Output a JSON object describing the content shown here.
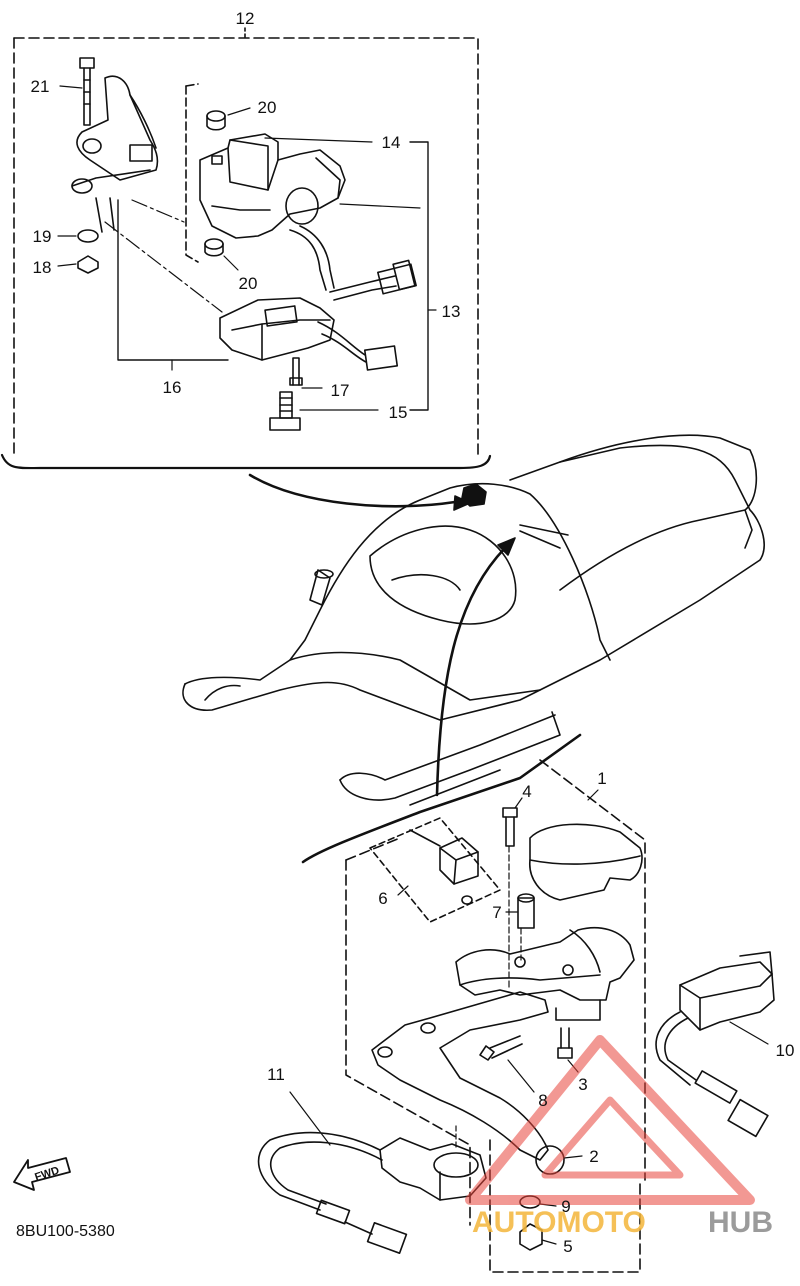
{
  "part_labels": {
    "p1": "1",
    "p2": "2",
    "p3": "3",
    "p4": "4",
    "p5": "5",
    "p6": "6",
    "p7": "7",
    "p8": "8",
    "p9": "9",
    "p10": "10",
    "p11": "11",
    "p12": "12",
    "p13": "13",
    "p14": "14",
    "p15": "15",
    "p16": "16",
    "p17": "17",
    "p18": "18",
    "p19": "19",
    "p20a": "20",
    "p20b": "20",
    "p21": "21"
  },
  "diagram_code": "8BU100-5380",
  "fwd_label": "FWD",
  "watermark": {
    "part1": "AUTOMOTO",
    "part2": "HUB",
    "color1": "#f4b63a",
    "color2": "#8a8a8a",
    "triangle_color": "#e8453c"
  },
  "colors": {
    "line": "#111111",
    "background": "#ffffff"
  }
}
